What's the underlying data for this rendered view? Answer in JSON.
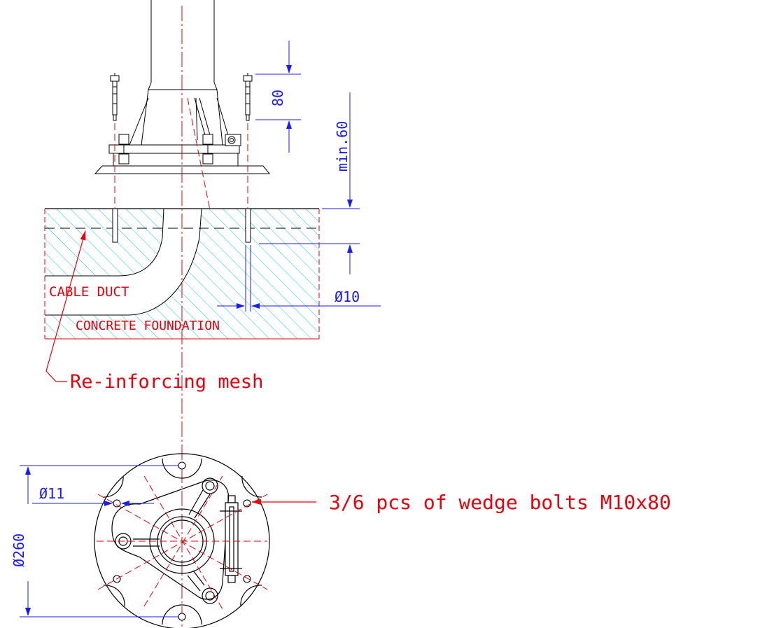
{
  "labels": {
    "cable_duct": "CABLE DUCT",
    "concrete_foundation": "CONCRETE FOUNDATION",
    "reinforcing_mesh": "Re-inforcing mesh",
    "wedge_bolts": "3/6 pcs of wedge bolts M10x80"
  },
  "dimensions": {
    "bolt_length": "80",
    "min_depth": "min.60",
    "hole_dia": "Ø10",
    "bolt_hole_dia": "Ø11",
    "base_dia": "Ø260"
  },
  "colors": {
    "outline": "#000000",
    "centerline": "#e8000b",
    "annotation": "#e8000b",
    "dimension": "#1a1aff",
    "hatch": "#14c8d8"
  }
}
